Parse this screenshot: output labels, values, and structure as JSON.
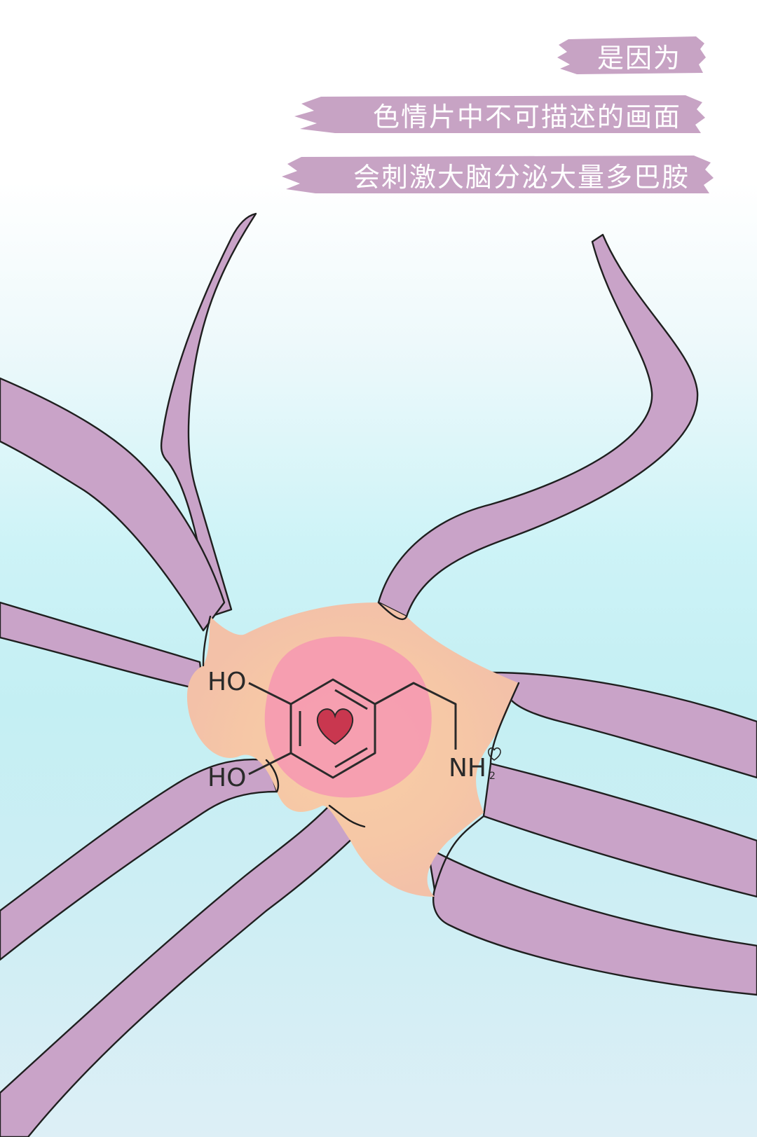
{
  "captions": {
    "line1": "是因为",
    "line2": "色情片中不可描述的画面",
    "line3": "会刺激大脑分泌大量多巴胺"
  },
  "molecule": {
    "hydroxyl_top": "HO",
    "hydroxyl_bottom": "HO",
    "amine": "NH",
    "amine_subscript": "2"
  },
  "icons": {
    "ring_center": "heart-icon",
    "amine_mark": "heart-outline-icon"
  },
  "colors": {
    "caption_brush": "#c7a3c4",
    "neuron_branch": "#c9a3c8",
    "neuron_body": "#f7cba7",
    "highlight_blob": "#f59cb0",
    "heart": "#c9374f",
    "outline": "#1f1f1f"
  }
}
